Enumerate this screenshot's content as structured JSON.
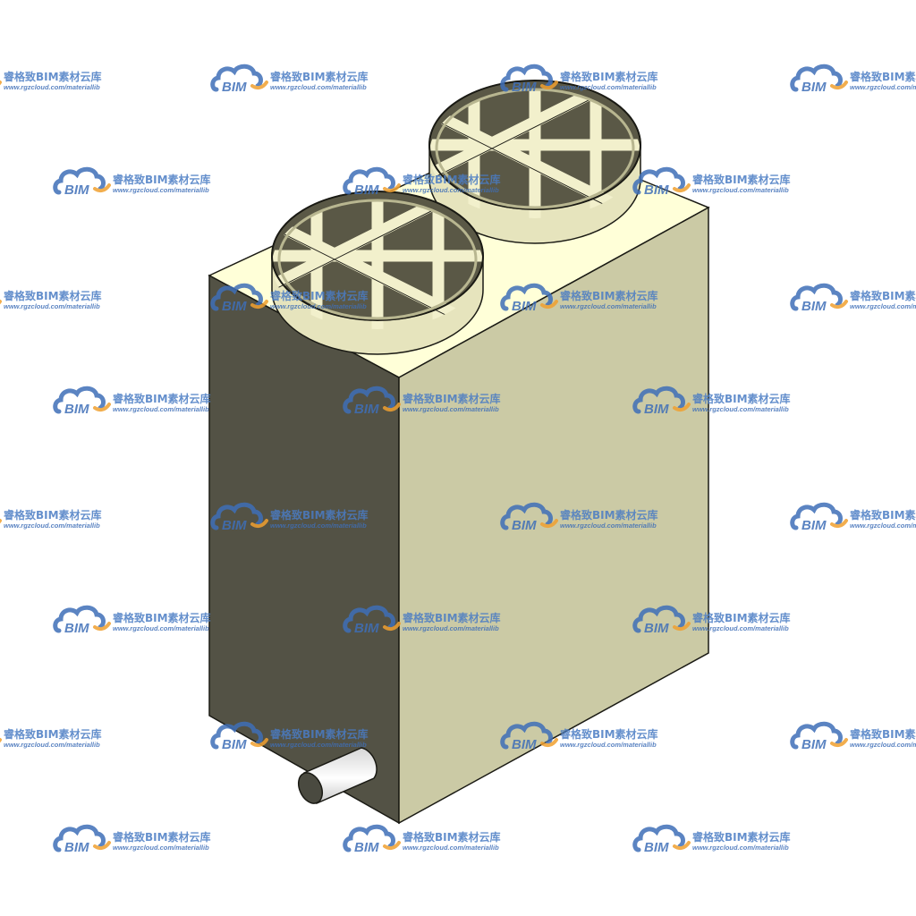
{
  "colors": {
    "top_face": "#ffffd8",
    "left_face": "#535245",
    "right_face": "#cbcaa5",
    "edge": "#1a1a14",
    "fan_rim_outer": "#e6e4bd",
    "fan_rim_inner": "#9e9c78",
    "fan_cavity": "#5a5846",
    "fan_grille": "#f2f0cc",
    "pipe_body": "#efefef",
    "pipe_end": "#4a4a40",
    "watermark_blue": "#3f6fb8",
    "watermark_orange": "#f0a030",
    "watermark_text": "#4a7cc4"
  },
  "object": {
    "name": "outdoor-condenser-unit",
    "fan_count": 2,
    "outlet_pipe_count": 1
  },
  "watermark": {
    "brand": "睿格致BIM素材云库",
    "url": "www.rgzcloud.com/materiallib",
    "logo_text": "BIM"
  }
}
